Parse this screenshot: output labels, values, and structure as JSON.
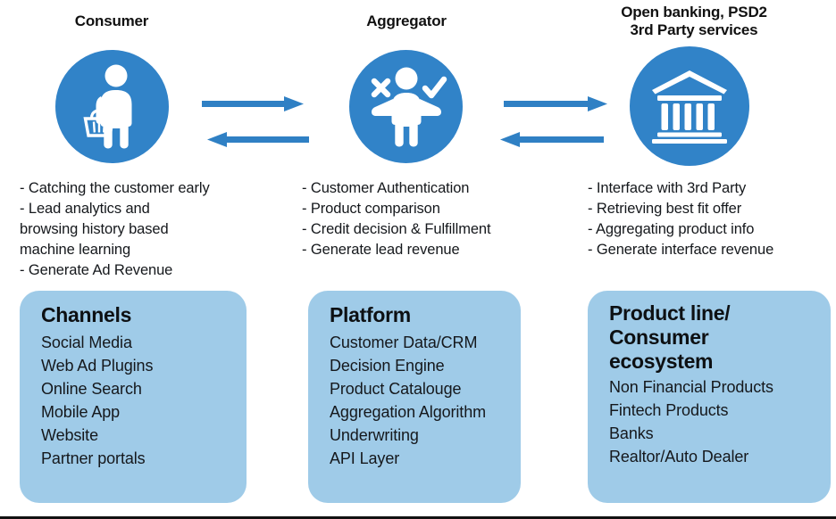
{
  "diagram": {
    "title_row": [
      {
        "label": "Consumer",
        "icon": "consumer-person-basket-icon"
      },
      {
        "label": "Aggregator",
        "icon": "aggregator-person-choice-icon"
      },
      {
        "label": "Open banking, PSD2\n3rd Party services",
        "icon": "bank-building-icon"
      }
    ],
    "flows": [
      {
        "name": "consumer-to-aggregator",
        "forward": "right",
        "reverse": "left"
      },
      {
        "name": "aggregator-to-openbanking",
        "forward": "right",
        "reverse": "left"
      }
    ],
    "bullets": [
      {
        "column": "consumer",
        "text": "- Catching the customer early\n- Lead analytics and\nbrowsing history based\nmachine learning\n- Generate Ad Revenue"
      },
      {
        "column": "aggregator",
        "text": "- Customer Authentication\n- Product comparison\n- Credit decision & Fulfillment\n- Generate lead revenue"
      },
      {
        "column": "open-banking",
        "text": "- Interface with 3rd Party\n- Retrieving best fit offer\n- Aggregating product info\n- Generate interface revenue"
      }
    ],
    "panels": [
      {
        "name": "channels",
        "title": "Channels",
        "items": [
          "Social Media",
          "Web Ad Plugins",
          "Online Search",
          "Mobile App",
          "Website",
          "Partner portals"
        ]
      },
      {
        "name": "platform",
        "title": "Platform",
        "items": [
          "Customer Data/CRM",
          "Decision Engine",
          "Product Catalouge",
          "Aggregation Algorithm",
          "Underwriting",
          "API Layer"
        ]
      },
      {
        "name": "product-line",
        "title": "Product line/\nConsumer\necosystem",
        "items": [
          "Non Financial Products",
          "Fintech Products",
          "Banks",
          "Realtor/Auto Dealer"
        ]
      }
    ],
    "colors": {
      "circle_blue": "#3183c8",
      "arrow_blue": "#2f80c4",
      "panel_blue": "#9fcbe8",
      "text_black": "#15181c",
      "rule_black": "#111111"
    }
  }
}
